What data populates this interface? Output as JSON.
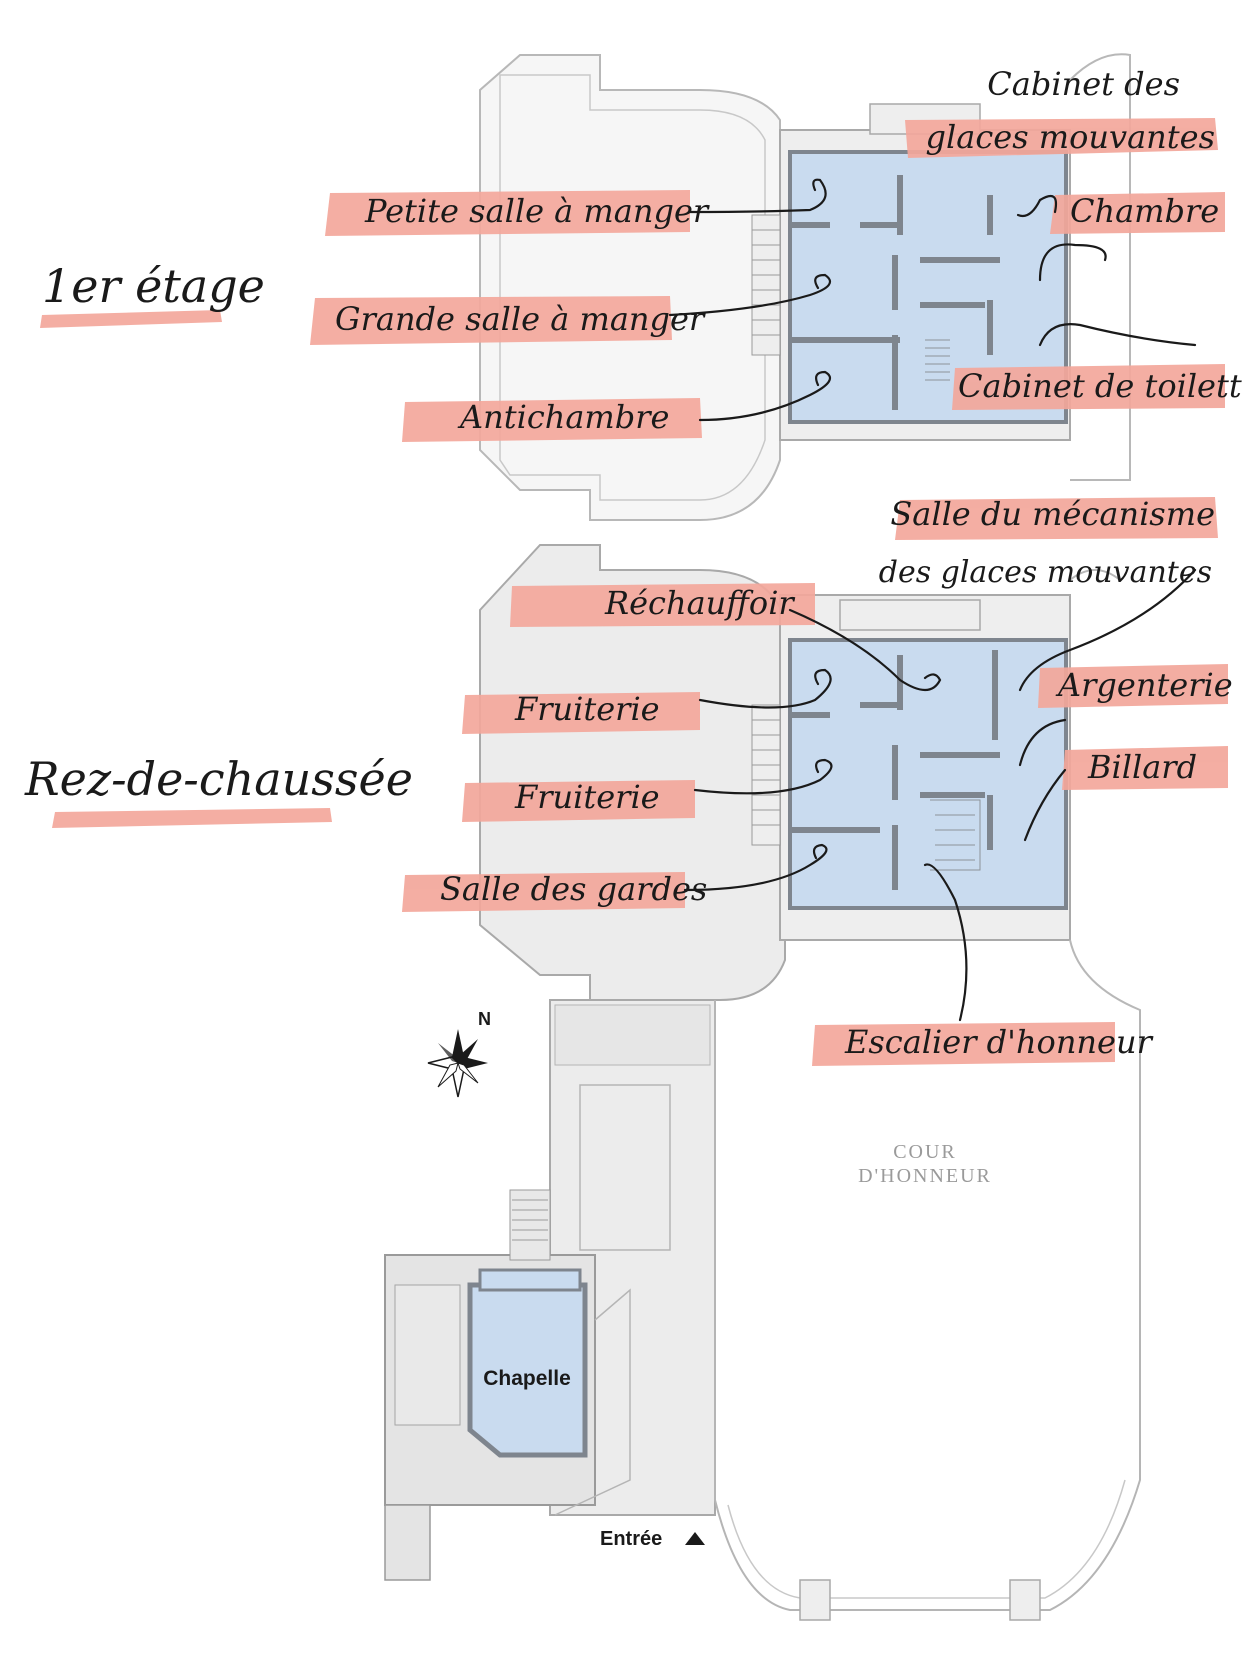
{
  "colors": {
    "room_fill": "#c9dbef",
    "room_stroke": "#8a8f96",
    "building_fill": "#ececec",
    "building_stroke": "#a9a9a9",
    "highlight": "#f3a79b",
    "ink": "#1a1a1a"
  },
  "floors": {
    "upper": "1er étage",
    "ground": "Rez-de-chaussée"
  },
  "upper_rooms": {
    "cabinet_glaces_line1": "Cabinet des",
    "cabinet_glaces_line2": "glaces mouvantes",
    "petite_salle": "Petite salle à manger",
    "chambre": "Chambre",
    "grande_salle": "Grande salle à manger",
    "cabinet_toilette": "Cabinet de toilette",
    "antichambre": "Antichambre"
  },
  "ground_rooms": {
    "salle_mecanisme_line1": "Salle du mécanisme",
    "salle_mecanisme_line2": "des glaces mouvantes",
    "rechauffoir": "Réchauffoir",
    "fruiterie_1": "Fruiterie",
    "argenterie": "Argenterie",
    "fruiterie_2": "Fruiterie",
    "billard": "Billard",
    "salle_gardes": "Salle des gardes",
    "escalier": "Escalier d'honneur"
  },
  "plan": {
    "compass_north": "N",
    "cour_line1": "COUR",
    "cour_line2": "D'HONNEUR",
    "chapelle": "Chapelle",
    "entree": "Entrée"
  },
  "icons": {
    "compass": "compass-rose-icon",
    "entrance": "triangle-up-icon"
  }
}
